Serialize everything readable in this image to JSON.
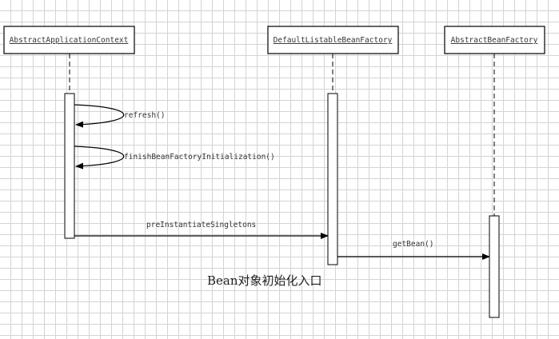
{
  "participants": [
    {
      "id": "p1",
      "name": "AbstractApplicationContext"
    },
    {
      "id": "p2",
      "name": "DefaultListableBeanFactory"
    },
    {
      "id": "p3",
      "name": "AbstractBeanFactory"
    }
  ],
  "messages": [
    {
      "id": "m1",
      "label": "refresh()",
      "from": "p1",
      "to": "p1"
    },
    {
      "id": "m2",
      "label": "finishBeanFactoryInitialization()",
      "from": "p1",
      "to": "p1"
    },
    {
      "id": "m3",
      "label": "preInstantiateSingletons",
      "from": "p1",
      "to": "p2"
    },
    {
      "id": "m4",
      "label": "getBean()",
      "from": "p2",
      "to": "p3"
    }
  ],
  "caption": "Bean对象初始化入口"
}
